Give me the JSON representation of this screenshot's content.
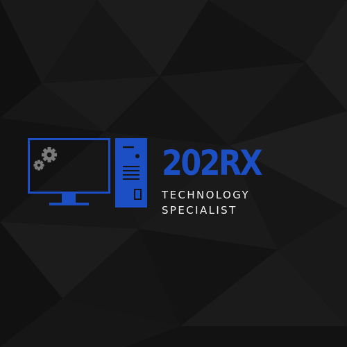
{
  "brand": {
    "name": "202RX",
    "tagline_line1": "TECHNOLOGY",
    "tagline_line2": "SPECIALIST"
  },
  "colors": {
    "background": "#141414",
    "accent_blue": "#1C4FC4",
    "text_white": "#F2F2F2",
    "gear_gray": "#7A7A7A"
  },
  "icons": {
    "monitor": "monitor-icon",
    "gears": "gears-icon",
    "tower": "computer-tower-icon"
  }
}
